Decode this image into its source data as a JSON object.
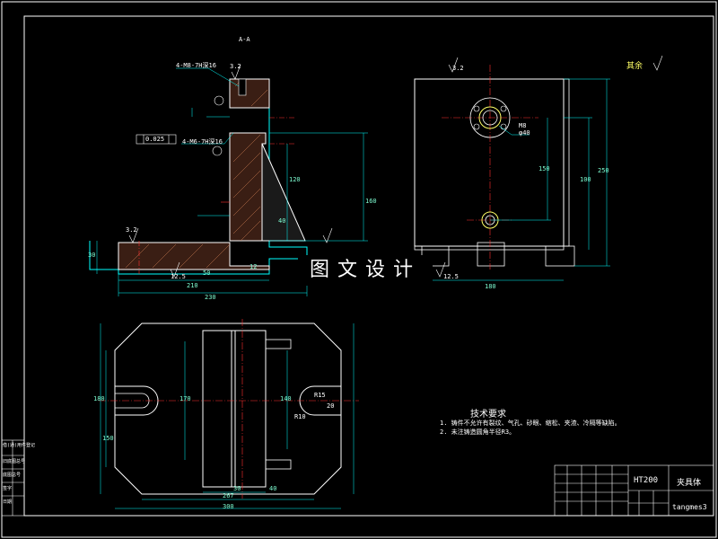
{
  "view_label_section": "A-A",
  "roughness_all": "其余",
  "roughness_values": {
    "ra_top": "3.2",
    "ra_side": "3.2",
    "ra_base": "12.5",
    "ra_base2": "12.5",
    "ra_right": "3.2"
  },
  "hole_note_1": "4-M8-7H深16",
  "hole_note_2": "4-M6-7H深16",
  "tolerance_frame": "0.025",
  "dims_front": {
    "d210": "210",
    "d230": "230",
    "d50": "50",
    "d12": "12",
    "d30": "30",
    "d120": "120",
    "d160": "160",
    "d40": "40"
  },
  "dims_side": {
    "d180": "180",
    "d150": "150",
    "d100": "100",
    "d250": "250",
    "phi": "φ40",
    "m": "M8"
  },
  "dims_top": {
    "d267": "267",
    "d300": "300",
    "d30b": "30",
    "d40b": "40",
    "d170": "170",
    "d140": "140",
    "d180b": "180",
    "d150b": "150",
    "r10": "R10",
    "r15": "R15",
    "d20": "20"
  },
  "tech_title": "技术要求",
  "tech_lines": [
    "1. 铸件不允许有裂纹、气孔、砂眼、缩松、夹渣、冷隔等缺陷。",
    "2. 未注铸造圆角半径R3。"
  ],
  "title_block": {
    "material": "HT200",
    "part_name": "夹具体",
    "drawing_no": "tangmes3"
  },
  "watermark": "图文设计",
  "left_strip": [
    "借(通)用件登记",
    "旧底图总号",
    "底图总号",
    "签字",
    "日期"
  ]
}
